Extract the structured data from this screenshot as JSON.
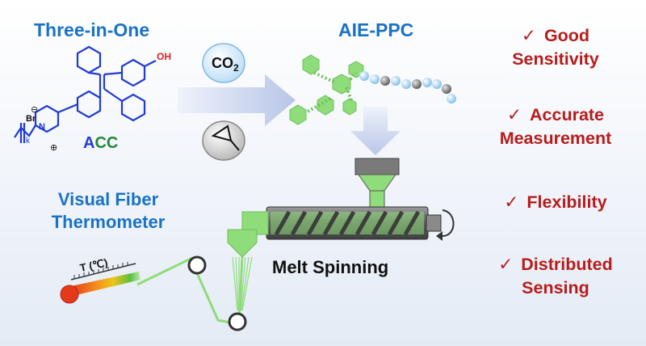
{
  "headings": {
    "three_in_one": "Three-in-One",
    "aie_ppc": "AIE-PPC",
    "melt_spinning": "Melt Spinning"
  },
  "thermometer_title": {
    "line1": "Visual Fiber",
    "line2": "Thermometer"
  },
  "molecule": {
    "oh": "OH",
    "br": "Br",
    "n": "N",
    "k": "k",
    "minus": "⊖",
    "plus": "⊕",
    "name_a": "A",
    "name_c1": "C",
    "name_c2": "C"
  },
  "reagents": {
    "co2": "CO",
    "co2_sub": "2",
    "plus": "+"
  },
  "thermo": {
    "label": "T (℃)"
  },
  "benefits": [
    {
      "check": "✓",
      "line1": "Good",
      "line2": "Sensitivity"
    },
    {
      "check": "✓",
      "line1": "Accurate",
      "line2": "Measurement"
    },
    {
      "check": "✓",
      "line1": "Flexibility",
      "line2": ""
    },
    {
      "check": "✓",
      "line1": "Distributed",
      "line2": "Sensing"
    }
  ],
  "colors": {
    "heading_blue": "#1a72c4",
    "benefit_red": "#b81c1c",
    "structure_blue": "#1f3bd3",
    "polymer_green": "#8fdc7a",
    "bead_blue": "#a9d4f2",
    "bead_gray": "#7a7a7a",
    "extruder_gray": "#6d6d6d"
  }
}
